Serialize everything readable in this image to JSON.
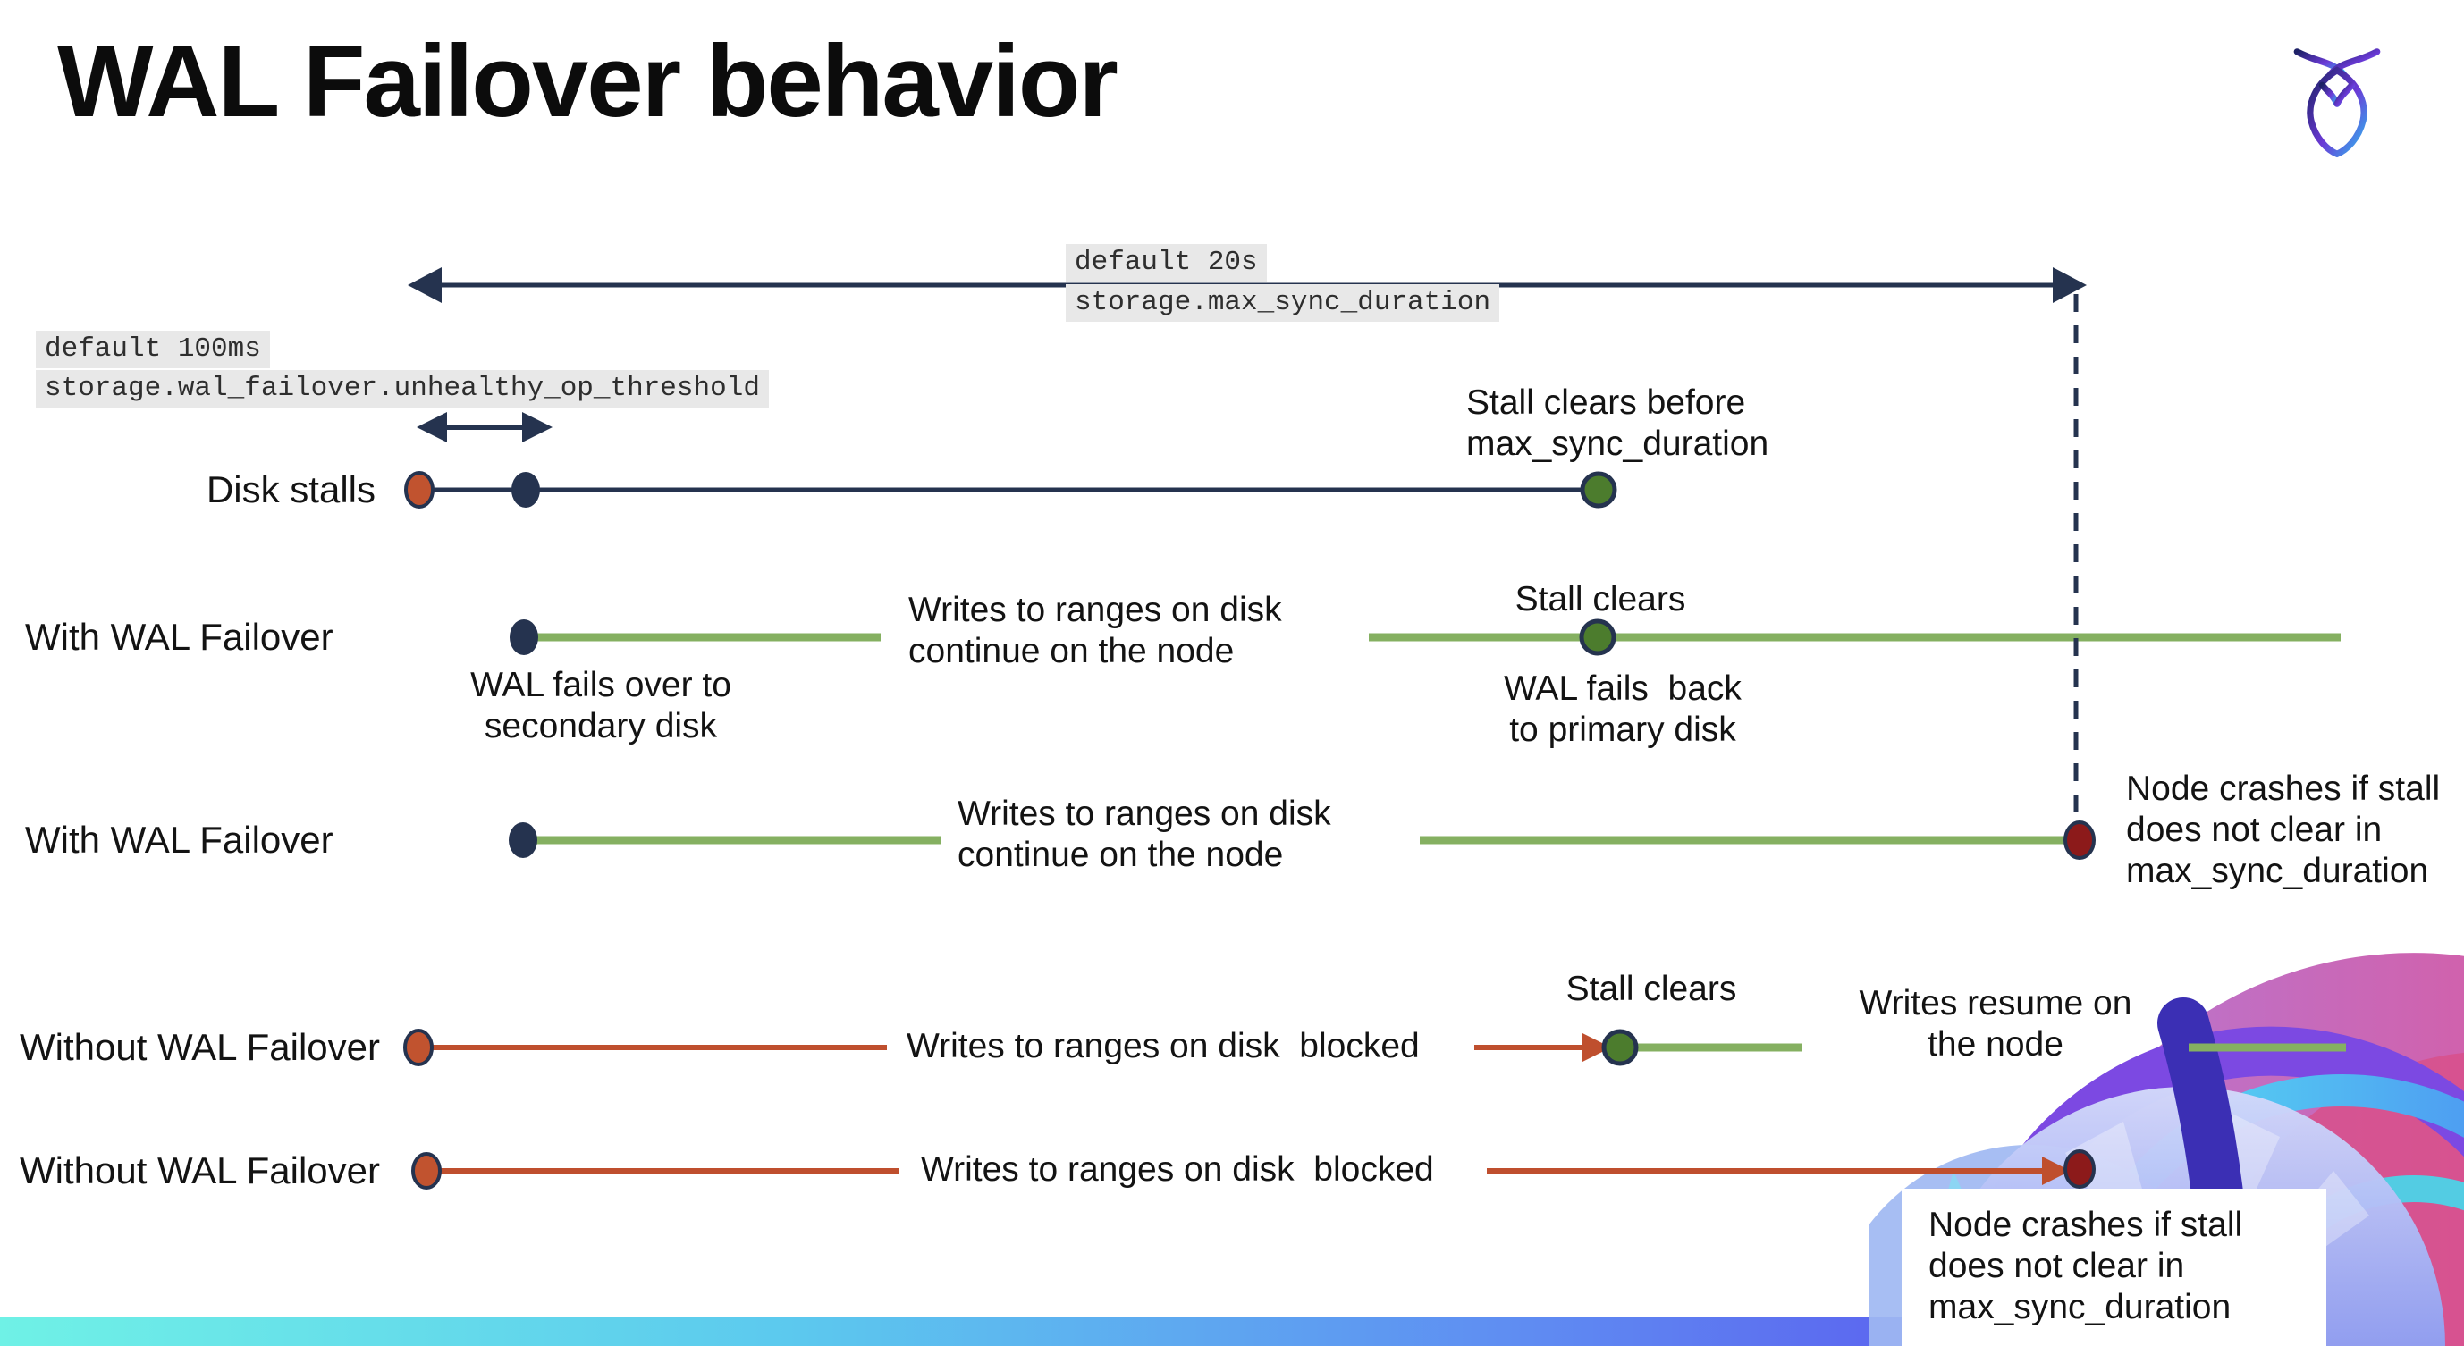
{
  "title": "WAL Failover behavior",
  "logo": {
    "name": "cockroachdb-mark"
  },
  "config_labels": {
    "max_sync_duration": {
      "default": "default 20s",
      "setting": "storage.max_sync_duration"
    },
    "unhealthy_op_threshold": {
      "default": "default 100ms",
      "setting": "storage.wal_failover.unhealthy_op_threshold"
    }
  },
  "rows": [
    {
      "label": "Disk stalls",
      "stall_clears": "Stall clears before\nmax_sync_duration"
    },
    {
      "label": "With WAL Failover",
      "failover": "WAL fails over to\nsecondary disk",
      "writes": "Writes to ranges on disk\ncontinue on the node",
      "stall_clears": "Stall clears",
      "fails_back": "WAL fails  back\nto primary disk"
    },
    {
      "label": "With WAL Failover",
      "writes": "Writes to ranges on disk\ncontinue on the node",
      "crash": "Node crashes if stall\ndoes not clear in\nmax_sync_duration"
    },
    {
      "label": "Without WAL Failover",
      "writes": "Writes to ranges on disk  blocked",
      "stall_clears": "Stall clears",
      "resume": "Writes resume on\nthe node"
    },
    {
      "label": "Without WAL Failover",
      "writes": "Writes to ranges on disk  blocked",
      "crash": "Node crashes if stall\ndoes not clear in\nmax_sync_duration"
    }
  ],
  "colors": {
    "navy": "#25334f",
    "green_line": "#85b061",
    "green_dot": "#4c7c2d",
    "red_line": "#bf4f2e",
    "red_dot": "#c1532f",
    "dark_red_dot": "#8c1a1a",
    "code_background": "#e8e8e8",
    "bar_gradient_start": "#6ff1e6",
    "bar_gradient_end": "#7e57ef"
  }
}
